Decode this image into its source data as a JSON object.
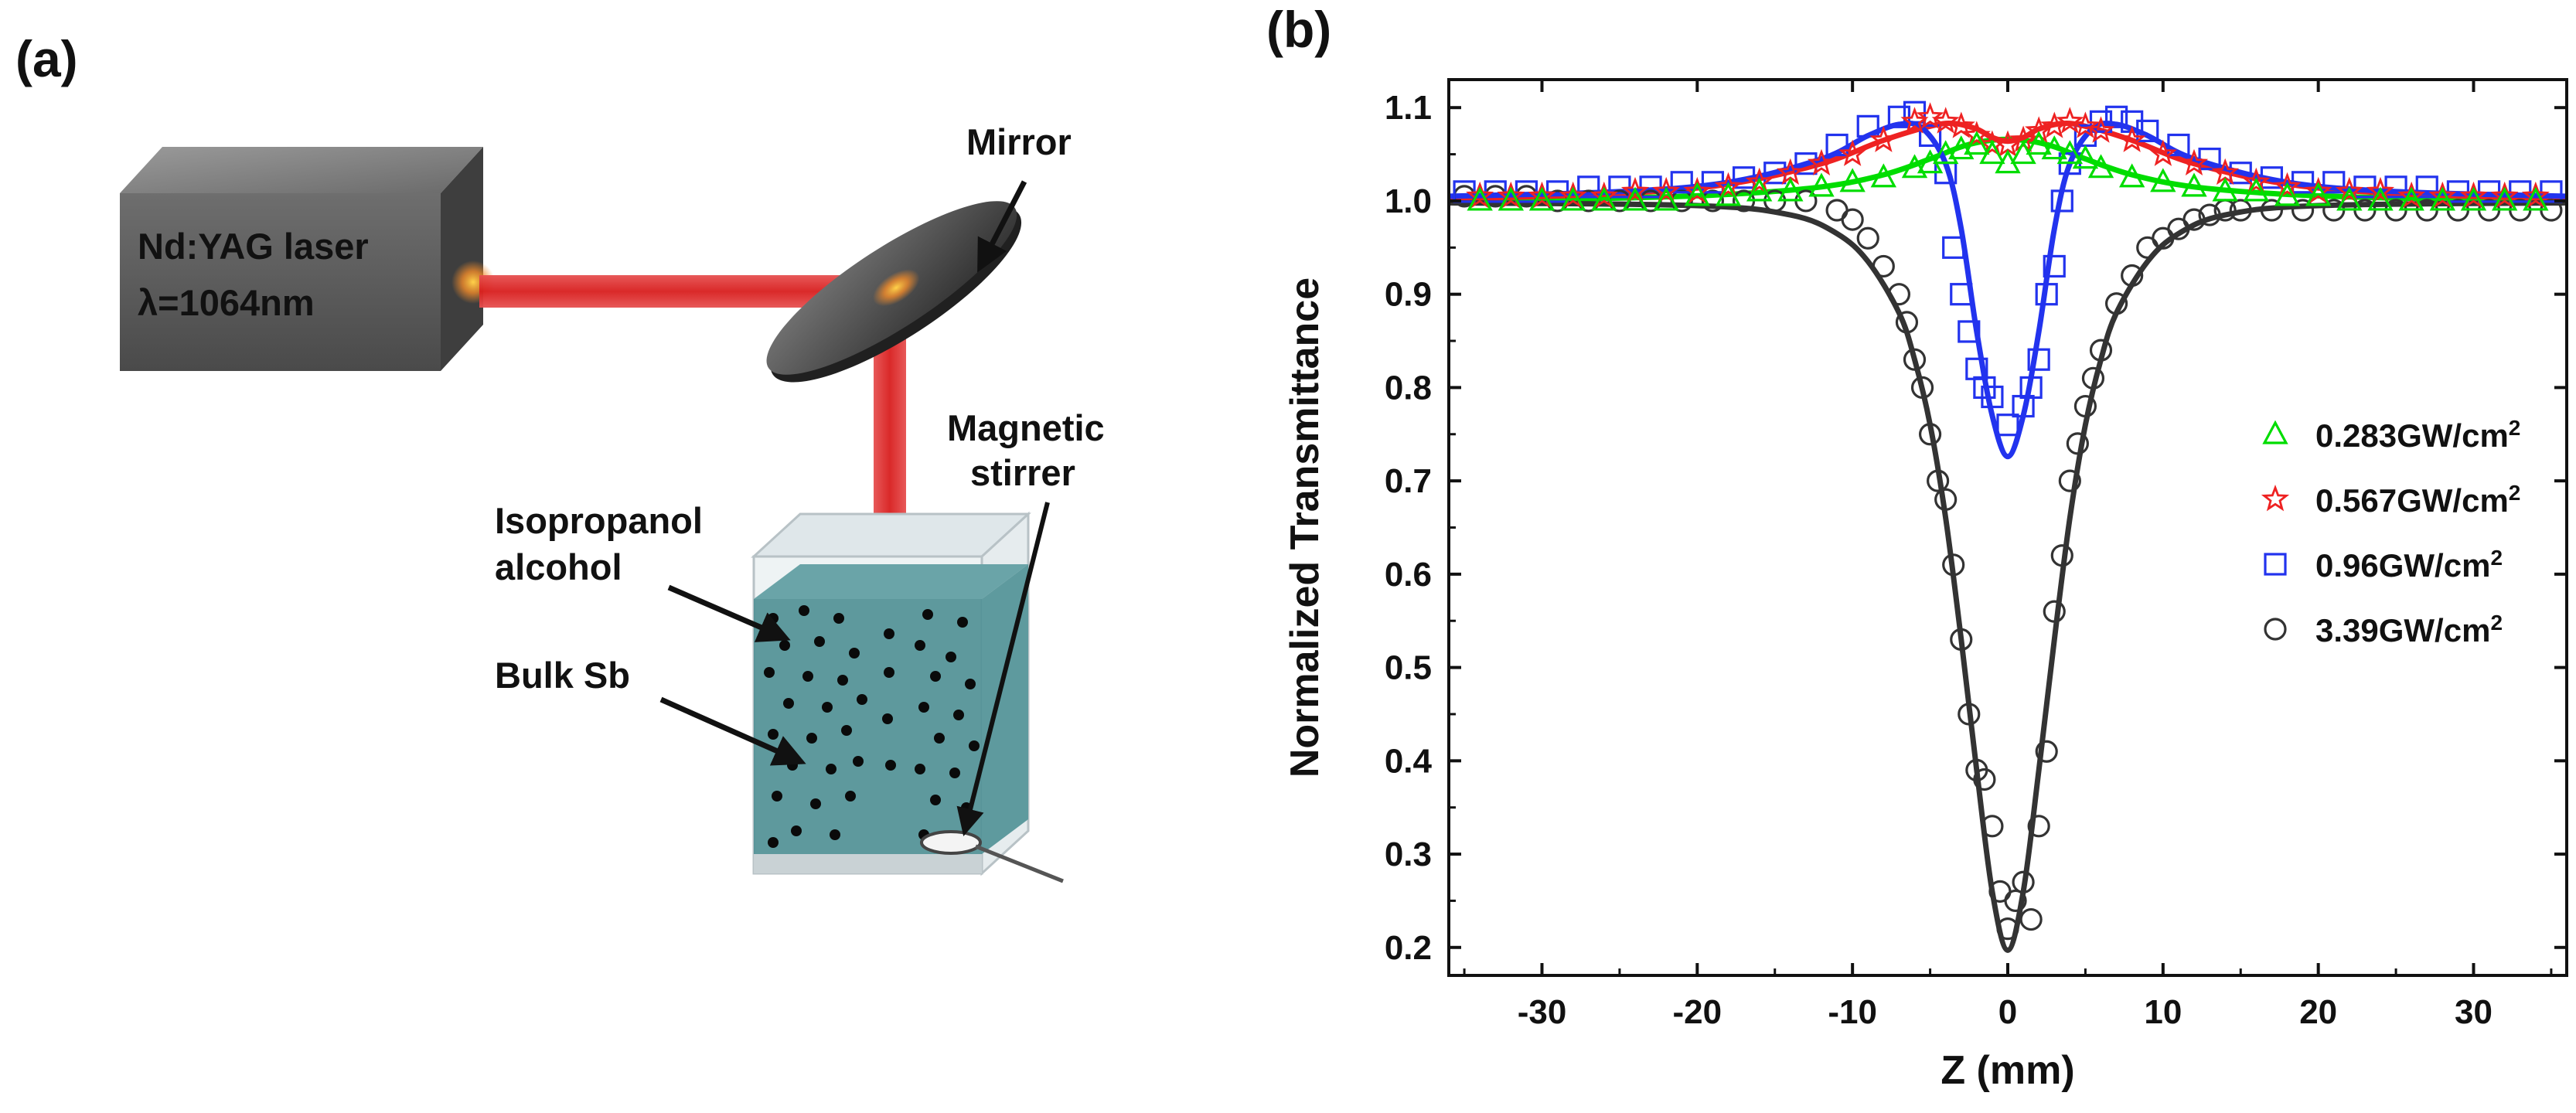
{
  "panels": {
    "a_label": "(a)",
    "b_label": "(b)"
  },
  "schematic": {
    "laser_line1": "Nd:YAG laser",
    "laser_line2": "λ=1064nm",
    "mirror": "Mirror",
    "stirrer_line1": "Magnetic",
    "stirrer_line2": "stirrer",
    "solvent_line1": "Isopropanol",
    "solvent_line2": "alcohol",
    "target": "Bulk Sb",
    "beam_color": "#e02020",
    "liquid_color": "#4e8f93",
    "laser_body_color": "#5a5a5a"
  },
  "chart_data": {
    "type": "scatter",
    "xlabel": "Z (mm)",
    "ylabel": "Normalized Transmittance",
    "xlim": [
      -36,
      36
    ],
    "ylim": [
      0.17,
      1.13
    ],
    "xticks": [
      -30,
      -20,
      -10,
      0,
      10,
      20,
      30
    ],
    "yticks": [
      0.2,
      0.3,
      0.4,
      0.5,
      0.6,
      0.7,
      0.8,
      0.9,
      1.0,
      1.1
    ],
    "legend_position": "right",
    "series": [
      {
        "name": "0.283GW/cm",
        "unit_sup": "2",
        "marker": "triangle",
        "color": "#00dd00",
        "points": [
          [
            -34,
            1.0
          ],
          [
            -32,
            1.0
          ],
          [
            -30,
            1.0
          ],
          [
            -28,
            1.0
          ],
          [
            -26,
            1.0
          ],
          [
            -24,
            1.0
          ],
          [
            -22,
            1.0
          ],
          [
            -20,
            1.005
          ],
          [
            -18,
            1.005
          ],
          [
            -16,
            1.01
          ],
          [
            -14,
            1.01
          ],
          [
            -12,
            1.015
          ],
          [
            -10,
            1.02
          ],
          [
            -8,
            1.025
          ],
          [
            -6,
            1.035
          ],
          [
            -5,
            1.04
          ],
          [
            -4,
            1.05
          ],
          [
            -3,
            1.055
          ],
          [
            -2,
            1.06
          ],
          [
            -1,
            1.05
          ],
          [
            0,
            1.04
          ],
          [
            1,
            1.05
          ],
          [
            2,
            1.06
          ],
          [
            3,
            1.055
          ],
          [
            4,
            1.05
          ],
          [
            5,
            1.045
          ],
          [
            6,
            1.035
          ],
          [
            8,
            1.025
          ],
          [
            10,
            1.02
          ],
          [
            12,
            1.015
          ],
          [
            14,
            1.01
          ],
          [
            16,
            1.01
          ],
          [
            18,
            1.005
          ],
          [
            20,
            1.005
          ],
          [
            22,
            1.0
          ],
          [
            24,
            1.0
          ],
          [
            26,
            1.0
          ],
          [
            28,
            1.0
          ],
          [
            30,
            1.0
          ],
          [
            32,
            1.0
          ],
          [
            34,
            1.0
          ]
        ],
        "fit": [
          [
            -36,
            1.0
          ],
          [
            -25,
            1.003
          ],
          [
            -18,
            1.007
          ],
          [
            -12,
            1.015
          ],
          [
            -8,
            1.028
          ],
          [
            -5,
            1.045
          ],
          [
            -3,
            1.058
          ],
          [
            -1.5,
            1.064
          ],
          [
            0,
            1.066
          ],
          [
            1.5,
            1.064
          ],
          [
            3,
            1.058
          ],
          [
            5,
            1.045
          ],
          [
            8,
            1.028
          ],
          [
            12,
            1.015
          ],
          [
            18,
            1.007
          ],
          [
            25,
            1.003
          ],
          [
            36,
            1.0
          ]
        ]
      },
      {
        "name": "0.567GW/cm",
        "unit_sup": "2",
        "marker": "star",
        "color": "#ee2222",
        "points": [
          [
            -34,
            1.005
          ],
          [
            -32,
            1.005
          ],
          [
            -30,
            1.005
          ],
          [
            -28,
            1.005
          ],
          [
            -26,
            1.005
          ],
          [
            -24,
            1.01
          ],
          [
            -22,
            1.01
          ],
          [
            -20,
            1.01
          ],
          [
            -18,
            1.015
          ],
          [
            -16,
            1.02
          ],
          [
            -14,
            1.03
          ],
          [
            -12,
            1.04
          ],
          [
            -10,
            1.05
          ],
          [
            -8,
            1.065
          ],
          [
            -6,
            1.085
          ],
          [
            -5,
            1.09
          ],
          [
            -4,
            1.085
          ],
          [
            -3,
            1.08
          ],
          [
            -2,
            1.07
          ],
          [
            -1,
            1.06
          ],
          [
            0,
            1.06
          ],
          [
            1,
            1.065
          ],
          [
            2,
            1.075
          ],
          [
            3,
            1.08
          ],
          [
            4,
            1.085
          ],
          [
            5,
            1.08
          ],
          [
            6,
            1.075
          ],
          [
            8,
            1.065
          ],
          [
            10,
            1.05
          ],
          [
            12,
            1.04
          ],
          [
            14,
            1.03
          ],
          [
            16,
            1.02
          ],
          [
            18,
            1.015
          ],
          [
            20,
            1.01
          ],
          [
            22,
            1.01
          ],
          [
            24,
            1.01
          ],
          [
            26,
            1.005
          ],
          [
            28,
            1.005
          ],
          [
            30,
            1.005
          ],
          [
            32,
            1.005
          ],
          [
            34,
            1.005
          ]
        ],
        "fit": [
          [
            -36,
            1.002
          ],
          [
            -25,
            1.008
          ],
          [
            -18,
            1.018
          ],
          [
            -12,
            1.04
          ],
          [
            -8,
            1.065
          ],
          [
            -5,
            1.08
          ],
          [
            -3.5,
            1.083
          ],
          [
            -2,
            1.077
          ],
          [
            -1,
            1.068
          ],
          [
            0,
            1.064
          ],
          [
            1,
            1.068
          ],
          [
            2,
            1.077
          ],
          [
            3.5,
            1.083
          ],
          [
            5,
            1.08
          ],
          [
            8,
            1.065
          ],
          [
            12,
            1.04
          ],
          [
            18,
            1.018
          ],
          [
            25,
            1.008
          ],
          [
            36,
            1.002
          ]
        ]
      },
      {
        "name": "0.96GW/cm",
        "unit_sup": "2",
        "marker": "square",
        "color": "#2233ee",
        "points": [
          [
            -35,
            1.01
          ],
          [
            -33,
            1.01
          ],
          [
            -31,
            1.01
          ],
          [
            -29,
            1.01
          ],
          [
            -27,
            1.015
          ],
          [
            -25,
            1.015
          ],
          [
            -23,
            1.015
          ],
          [
            -21,
            1.02
          ],
          [
            -19,
            1.02
          ],
          [
            -17,
            1.025
          ],
          [
            -15,
            1.03
          ],
          [
            -13,
            1.04
          ],
          [
            -11,
            1.06
          ],
          [
            -9,
            1.08
          ],
          [
            -7,
            1.09
          ],
          [
            -6,
            1.095
          ],
          [
            -5,
            1.07
          ],
          [
            -4,
            1.03
          ],
          [
            -3.5,
            0.95
          ],
          [
            -3,
            0.9
          ],
          [
            -2.5,
            0.86
          ],
          [
            -2,
            0.82
          ],
          [
            -1.5,
            0.8
          ],
          [
            -1,
            0.79
          ],
          [
            0,
            0.76
          ],
          [
            1,
            0.78
          ],
          [
            1.5,
            0.8
          ],
          [
            2,
            0.83
          ],
          [
            2.5,
            0.9
          ],
          [
            3,
            0.93
          ],
          [
            3.5,
            1.0
          ],
          [
            4,
            1.04
          ],
          [
            5,
            1.07
          ],
          [
            6,
            1.085
          ],
          [
            7,
            1.09
          ],
          [
            8,
            1.085
          ],
          [
            9,
            1.075
          ],
          [
            11,
            1.06
          ],
          [
            13,
            1.045
          ],
          [
            15,
            1.03
          ],
          [
            17,
            1.025
          ],
          [
            19,
            1.02
          ],
          [
            21,
            1.02
          ],
          [
            23,
            1.015
          ],
          [
            25,
            1.015
          ],
          [
            27,
            1.015
          ],
          [
            29,
            1.01
          ],
          [
            31,
            1.01
          ],
          [
            33,
            1.01
          ],
          [
            35,
            1.01
          ]
        ],
        "fit": [
          [
            -36,
            1.005
          ],
          [
            -25,
            1.01
          ],
          [
            -18,
            1.02
          ],
          [
            -12,
            1.045
          ],
          [
            -9,
            1.07
          ],
          [
            -7,
            1.082
          ],
          [
            -5.5,
            1.078
          ],
          [
            -4,
            1.04
          ],
          [
            -3,
            0.97
          ],
          [
            -2,
            0.86
          ],
          [
            -1,
            0.77
          ],
          [
            0,
            0.726
          ],
          [
            1,
            0.77
          ],
          [
            2,
            0.86
          ],
          [
            3,
            0.97
          ],
          [
            4,
            1.04
          ],
          [
            5.5,
            1.078
          ],
          [
            7,
            1.082
          ],
          [
            9,
            1.07
          ],
          [
            12,
            1.045
          ],
          [
            18,
            1.02
          ],
          [
            25,
            1.01
          ],
          [
            36,
            1.005
          ]
        ]
      },
      {
        "name": "3.39GW/cm",
        "unit_sup": "2",
        "marker": "circle",
        "color": "#333333",
        "points": [
          [
            -35,
            1.005
          ],
          [
            -33,
            1.005
          ],
          [
            -31,
            1.005
          ],
          [
            -29,
            1.0
          ],
          [
            -27,
            1.0
          ],
          [
            -25,
            1.0
          ],
          [
            -23,
            1.0
          ],
          [
            -21,
            1.0
          ],
          [
            -19,
            1.0
          ],
          [
            -17,
            1.0
          ],
          [
            -15,
            1.0
          ],
          [
            -13,
            1.0
          ],
          [
            -11,
            0.99
          ],
          [
            -10,
            0.98
          ],
          [
            -9,
            0.96
          ],
          [
            -8,
            0.93
          ],
          [
            -7,
            0.9
          ],
          [
            -6.5,
            0.87
          ],
          [
            -6,
            0.83
          ],
          [
            -5.5,
            0.8
          ],
          [
            -5,
            0.75
          ],
          [
            -4.5,
            0.7
          ],
          [
            -4,
            0.68
          ],
          [
            -3.5,
            0.61
          ],
          [
            -3,
            0.53
          ],
          [
            -2.5,
            0.45
          ],
          [
            -2,
            0.39
          ],
          [
            -1.5,
            0.38
          ],
          [
            -1,
            0.33
          ],
          [
            -0.5,
            0.26
          ],
          [
            0,
            0.22
          ],
          [
            0.5,
            0.25
          ],
          [
            1,
            0.27
          ],
          [
            1.5,
            0.23
          ],
          [
            2,
            0.33
          ],
          [
            2.5,
            0.41
          ],
          [
            3,
            0.56
          ],
          [
            3.5,
            0.62
          ],
          [
            4,
            0.7
          ],
          [
            4.5,
            0.74
          ],
          [
            5,
            0.78
          ],
          [
            5.5,
            0.81
          ],
          [
            6,
            0.84
          ],
          [
            7,
            0.89
          ],
          [
            8,
            0.92
          ],
          [
            9,
            0.95
          ],
          [
            10,
            0.96
          ],
          [
            11,
            0.97
          ],
          [
            12,
            0.98
          ],
          [
            13,
            0.985
          ],
          [
            14,
            0.99
          ],
          [
            15,
            0.99
          ],
          [
            17,
            0.99
          ],
          [
            19,
            0.99
          ],
          [
            21,
            0.99
          ],
          [
            23,
            0.99
          ],
          [
            25,
            0.99
          ],
          [
            27,
            0.99
          ],
          [
            29,
            0.99
          ],
          [
            31,
            0.99
          ],
          [
            33,
            0.99
          ],
          [
            35,
            0.99
          ]
        ],
        "fit": [
          [
            -36,
            0.998
          ],
          [
            -20,
            0.995
          ],
          [
            -14,
            0.985
          ],
          [
            -11,
            0.965
          ],
          [
            -9,
            0.935
          ],
          [
            -7,
            0.88
          ],
          [
            -6,
            0.83
          ],
          [
            -5,
            0.76
          ],
          [
            -4,
            0.66
          ],
          [
            -3,
            0.53
          ],
          [
            -2,
            0.39
          ],
          [
            -1,
            0.26
          ],
          [
            0,
            0.197
          ],
          [
            1,
            0.26
          ],
          [
            2,
            0.39
          ],
          [
            3,
            0.53
          ],
          [
            4,
            0.66
          ],
          [
            5,
            0.76
          ],
          [
            6,
            0.83
          ],
          [
            7,
            0.88
          ],
          [
            9,
            0.935
          ],
          [
            11,
            0.965
          ],
          [
            14,
            0.985
          ],
          [
            20,
            0.995
          ],
          [
            36,
            0.998
          ]
        ]
      }
    ]
  }
}
